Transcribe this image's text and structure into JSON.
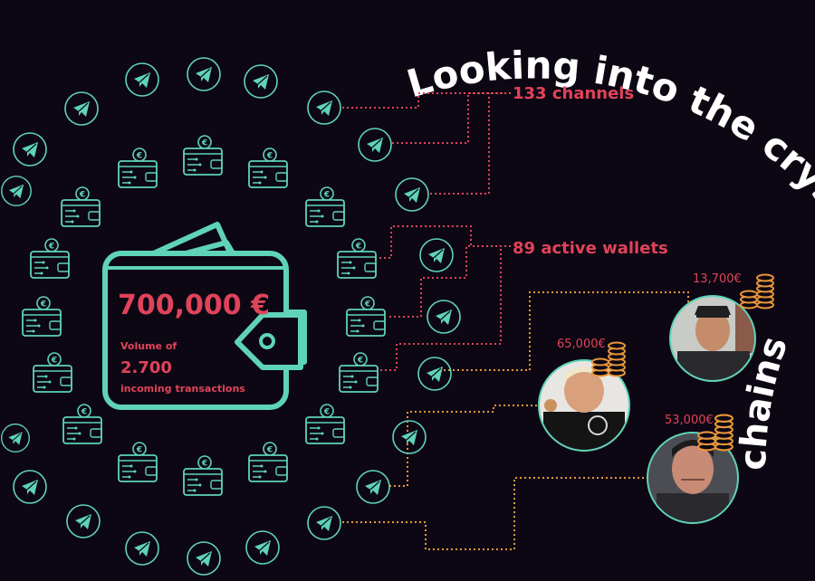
{
  "arc_title": "Looking into the crystal ball",
  "arc_title_2": "chains",
  "wallet": {
    "amount": "700,000 €",
    "volume_label": "Volume of",
    "volume_value": "2.700",
    "volume_caption": "incoming transactions"
  },
  "callouts": {
    "channels": "133 channels",
    "wallets": "89 active wallets"
  },
  "persons": [
    {
      "amount": "65,000€"
    },
    {
      "amount": "13,700€"
    },
    {
      "amount": "53,000€"
    }
  ],
  "colors": {
    "background": "#0d0713",
    "teal": "#5fd3b8",
    "accent_red": "#e0435a",
    "orange": "#e8963a",
    "text_white": "#ffffff"
  },
  "icons": {
    "channel": "telegram-plane-icon",
    "wallet": "euro-wallet-icon",
    "coins": "coin-stack-icon"
  }
}
